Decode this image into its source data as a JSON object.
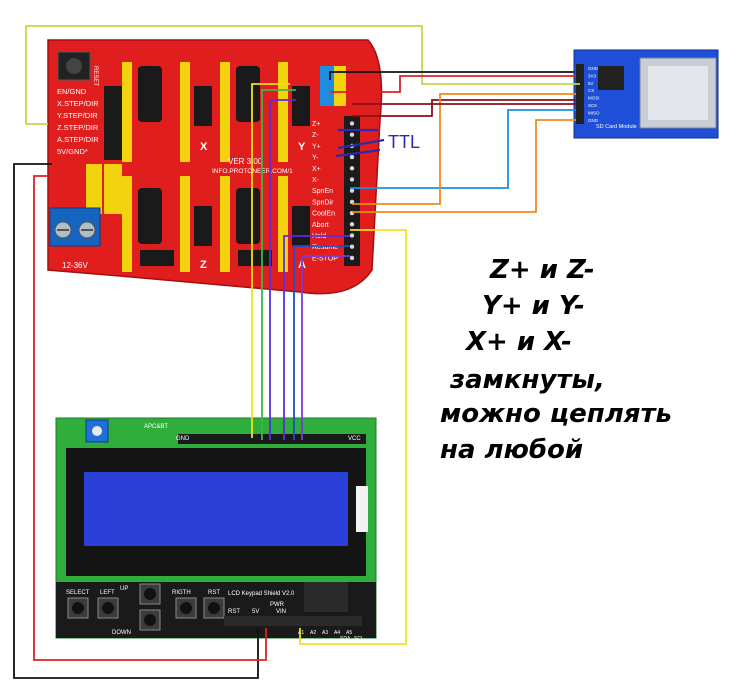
{
  "cnc_shield": {
    "title": "CNC SHIELD",
    "version": "VER 3.00",
    "site": "INFO.PROTONEER.COM/1",
    "power": "12-36V",
    "left_pins": [
      "EN/GND",
      "X.STEP/DIR",
      "Y.STEP/DIR",
      "Z.STEP/DIR",
      "A.STEP/DIR",
      "5V/GND*"
    ],
    "right_pins": [
      "Z+",
      "Z-",
      "Y+",
      "Y-",
      "X+",
      "X-",
      "SpnEn",
      "SpnDir",
      "CoolEn",
      "Abort",
      "Hold",
      "Resume",
      "E-STOP"
    ],
    "axis_labels": [
      "X",
      "Y",
      "Z",
      "A"
    ],
    "reset_label": "RESET"
  },
  "annotation_ttl": "TTL",
  "sd_module": {
    "label": "SD Card Module",
    "pins": [
      "GND",
      "3V3",
      "5V",
      "CS",
      "MOSI",
      "SCK",
      "MISO",
      "GND"
    ]
  },
  "lcd_shield": {
    "title": "LCD Keypad Shield V2.0",
    "header_label": "APC&BT",
    "buttons": [
      "SELECT",
      "LEFT",
      "UP",
      "DOWN",
      "RIGTH",
      "RST"
    ],
    "pwr_label": "PWR",
    "power_pins": [
      "RST",
      "5V",
      "VIN"
    ],
    "analog_pins": [
      "A1",
      "A2",
      "A3",
      "A4",
      "A5"
    ],
    "bus_labels": [
      "SDA",
      "SCL"
    ],
    "top_labels": [
      "GND",
      "VCC"
    ]
  },
  "note_lines": [
    "Z+ и Z-",
    "Y+ и Y-",
    "X+ и X-",
    "замкнуты,",
    "можно цеплять",
    "на любой"
  ],
  "colors": {
    "shield_red": "#e01e1e",
    "header_yellow": "#f3d20e",
    "lcd_green": "#2fae3c",
    "lcd_screen": "#2a3fd6",
    "sd_board": "#1f4fd8",
    "wire_yellow_green": "#c5d64a",
    "wire_black": "#111111",
    "wire_red": "#e02020",
    "wire_dark_red": "#8a0f1a",
    "wire_blue": "#1e8de0",
    "wire_orange": "#f08a1c",
    "wire_purple": "#5a2ee0",
    "wire_yellow": "#f0e020",
    "wire_green": "#3cb54a"
  }
}
